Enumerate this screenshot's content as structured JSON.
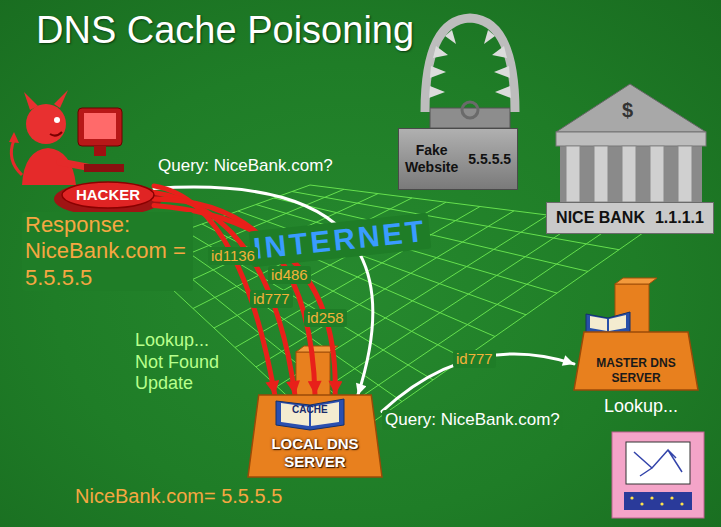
{
  "diagram": {
    "title": "DNS Cache Poisoning",
    "nodes": [
      {
        "text": [
          "HACKER"
        ]
      },
      {
        "text": [
          "Fake Website",
          "5.5.5.5"
        ]
      },
      {
        "text": [
          "NICE BANK",
          "1.1.1.1"
        ]
      },
      {
        "text": [
          "LOCAL DNS SERVER"
        ]
      },
      {
        "text": [
          "MASTER DNS SERVER"
        ]
      }
    ],
    "edges": [
      {
        "from": 0,
        "to": 3,
        "arrow": "to",
        "label": "Query: NiceBank.com?"
      },
      {
        "from": 0,
        "to": 3,
        "arrow": "to",
        "label": "id1136"
      },
      {
        "from": 0,
        "to": 3,
        "arrow": "to",
        "label": "id777"
      },
      {
        "from": 0,
        "to": 3,
        "arrow": "to",
        "label": "id486"
      },
      {
        "from": 0,
        "to": 3,
        "arrow": "to",
        "label": "id258"
      },
      {
        "from": 3,
        "to": 4,
        "arrow": "to",
        "label": "id777"
      }
    ],
    "labels": [
      "Response: NiceBank.com = 5.5.5.5",
      "INTERNET",
      "Lookup... Not Found Update",
      "CACHE",
      "Query: NiceBank.com?",
      "Lookup...",
      "NiceBank.com= 5.5.5.5",
      "$"
    ]
  }
}
